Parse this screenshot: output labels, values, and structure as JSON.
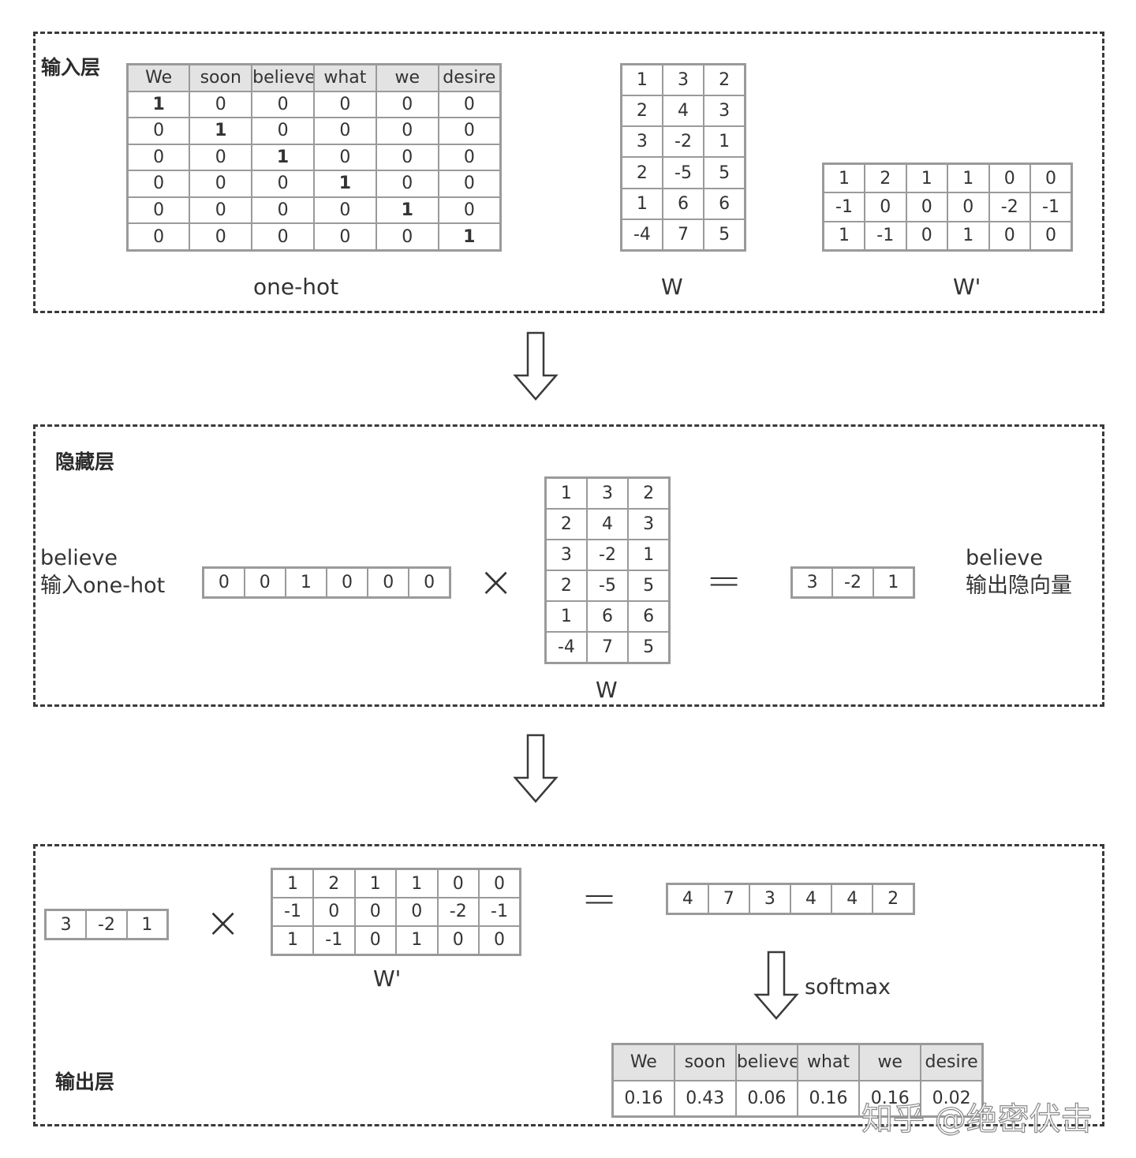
{
  "input_layer": {
    "title": "输入层",
    "onehot_table": {
      "headers": [
        "We",
        "soon",
        "believe",
        "what",
        "we",
        "desire"
      ],
      "rows": [
        [
          "1",
          "0",
          "0",
          "0",
          "0",
          "0"
        ],
        [
          "0",
          "1",
          "0",
          "0",
          "0",
          "0"
        ],
        [
          "0",
          "0",
          "1",
          "0",
          "0",
          "0"
        ],
        [
          "0",
          "0",
          "0",
          "1",
          "0",
          "0"
        ],
        [
          "0",
          "0",
          "0",
          "0",
          "1",
          "0"
        ],
        [
          "0",
          "0",
          "0",
          "0",
          "0",
          "1"
        ]
      ],
      "caption": "one-hot"
    },
    "w_matrix": {
      "rows": [
        [
          "1",
          "3",
          "2"
        ],
        [
          "2",
          "4",
          "3"
        ],
        [
          "3",
          "-2",
          "1"
        ],
        [
          "2",
          "-5",
          "5"
        ],
        [
          "1",
          "6",
          "6"
        ],
        [
          "-4",
          "7",
          "5"
        ]
      ],
      "caption": "W"
    },
    "w_prime_matrix": {
      "rows": [
        [
          "1",
          "2",
          "1",
          "1",
          "0",
          "0"
        ],
        [
          "-1",
          "0",
          "0",
          "0",
          "-2",
          "-1"
        ],
        [
          "1",
          "-1",
          "0",
          "1",
          "0",
          "0"
        ]
      ],
      "caption": "W'"
    }
  },
  "hidden_layer": {
    "title": "隐藏层",
    "input_label": {
      "line1": "believe",
      "line2": "输入one-hot"
    },
    "input_vector": [
      "0",
      "0",
      "1",
      "0",
      "0",
      "0"
    ],
    "multiply_symbol": "×",
    "w_matrix": {
      "rows": [
        [
          "1",
          "3",
          "2"
        ],
        [
          "2",
          "4",
          "3"
        ],
        [
          "3",
          "-2",
          "1"
        ],
        [
          "2",
          "-5",
          "5"
        ],
        [
          "1",
          "6",
          "6"
        ],
        [
          "-4",
          "7",
          "5"
        ]
      ],
      "caption": "W"
    },
    "equals_symbol": "=",
    "output_vector": [
      "3",
      "-2",
      "1"
    ],
    "output_label": {
      "line1": "believe",
      "line2": "输出隐向量"
    }
  },
  "output_layer": {
    "title": "输出层",
    "input_vector": [
      "3",
      "-2",
      "1"
    ],
    "multiply_symbol": "×",
    "w_prime_matrix": {
      "rows": [
        [
          "1",
          "2",
          "1",
          "1",
          "0",
          "0"
        ],
        [
          "-1",
          "0",
          "0",
          "0",
          "-2",
          "-1"
        ],
        [
          "1",
          "-1",
          "0",
          "1",
          "0",
          "0"
        ]
      ],
      "caption": "W'"
    },
    "equals_symbol": "=",
    "result_vector": [
      "4",
      "7",
      "3",
      "4",
      "4",
      "2"
    ],
    "softmax_label": "softmax",
    "prob_table": {
      "headers": [
        "We",
        "soon",
        "believe",
        "what",
        "we",
        "desire"
      ],
      "values": [
        "0.16",
        "0.43",
        "0.06",
        "0.16",
        "0.16",
        "0.02"
      ]
    }
  },
  "watermark": "知乎 @绝密伏击",
  "colors": {
    "border": "#3a3a3a",
    "grid": "#9a9a9a",
    "header_bg": "#e3e3e3",
    "text": "#333333"
  }
}
